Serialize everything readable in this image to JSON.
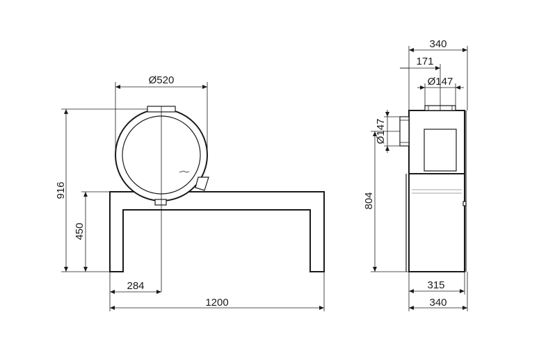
{
  "front_view": {
    "dim_diameter": "Ø520",
    "dim_height_total": "916",
    "dim_height_bench": "450",
    "dim_offset": "284",
    "dim_width": "1200"
  },
  "side_view": {
    "dim_top_width": "340",
    "dim_flue_offset": "171",
    "dim_flue_top": "Ø147",
    "dim_flue_rear": "Ø147",
    "dim_height_rear_flue": "804",
    "dim_depth_inner": "315",
    "dim_depth_total": "340"
  },
  "colors": {
    "line": "#1a1a1a",
    "background": "#ffffff"
  }
}
